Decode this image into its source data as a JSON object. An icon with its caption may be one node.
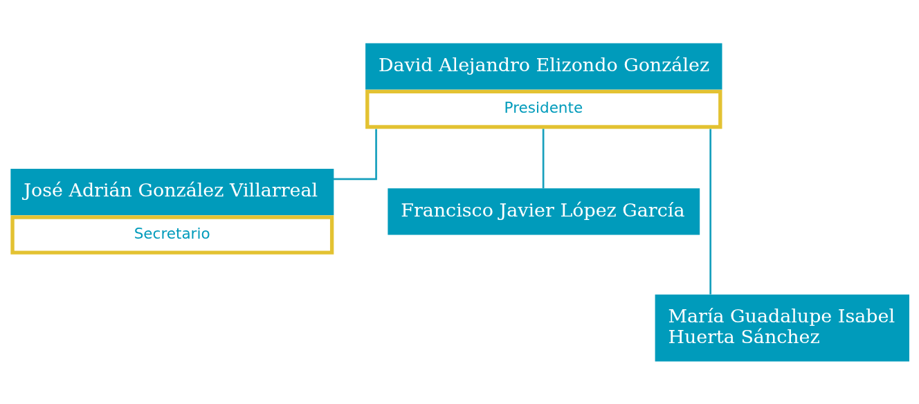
{
  "diagram": {
    "nodes": [
      {
        "text": [
          "David Alejandro Elizondo González",
          "Presidente"
        ]
      },
      {
        "text": [
          "José Adrián González Villarreal",
          "Secretario"
        ]
      },
      {
        "text": [
          "Francisco Javier López García"
        ]
      },
      {
        "text": [
          "María Guadalupe Isabel Huerta Sánchez"
        ]
      }
    ],
    "edges": [
      {
        "from": 0,
        "to": 1,
        "arrow": "none"
      },
      {
        "from": 0,
        "to": 2,
        "arrow": "none"
      },
      {
        "from": 0,
        "to": 3,
        "arrow": "none"
      }
    ]
  }
}
